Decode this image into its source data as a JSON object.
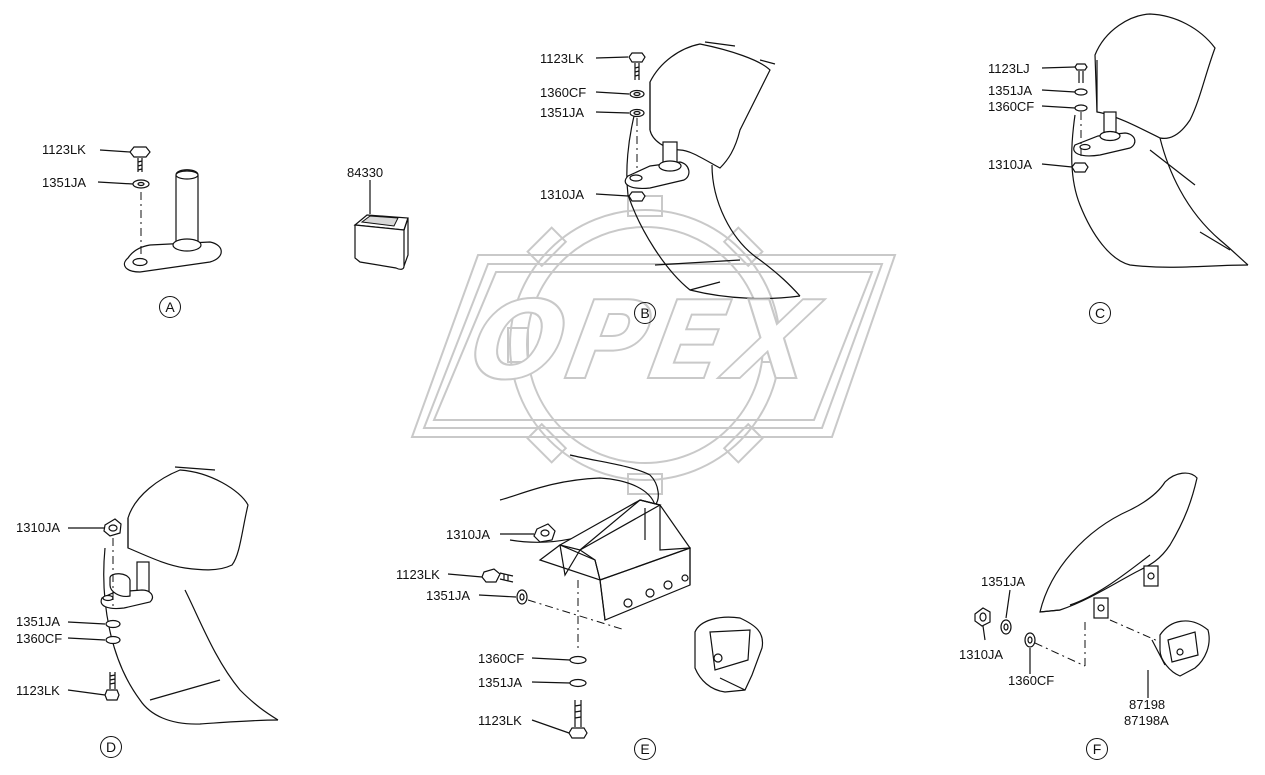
{
  "watermark": {
    "text": "OPEX",
    "color": "#c9c9c9"
  },
  "views": {
    "A": {
      "letter": "A",
      "labels": [
        "1123LK",
        "1351JA"
      ]
    },
    "part": {
      "labels": [
        "84330"
      ]
    },
    "B": {
      "letter": "B",
      "labels": [
        "1123LK",
        "1360CF",
        "1351JA",
        "1310JA"
      ]
    },
    "C": {
      "letter": "C",
      "labels": [
        "1123LJ",
        "1351JA",
        "1360CF",
        "1310JA"
      ]
    },
    "D": {
      "letter": "D",
      "labels": [
        "1310JA",
        "1351JA",
        "1360CF",
        "1123LK"
      ]
    },
    "E": {
      "letter": "E",
      "labels": [
        "1310JA",
        "1123LK",
        "1351JA",
        "1360CF",
        "1351JA",
        "1123LK"
      ]
    },
    "F": {
      "letter": "F",
      "labels": [
        "1351JA",
        "1310JA",
        "1360CF",
        "87198",
        "87198A"
      ]
    }
  }
}
